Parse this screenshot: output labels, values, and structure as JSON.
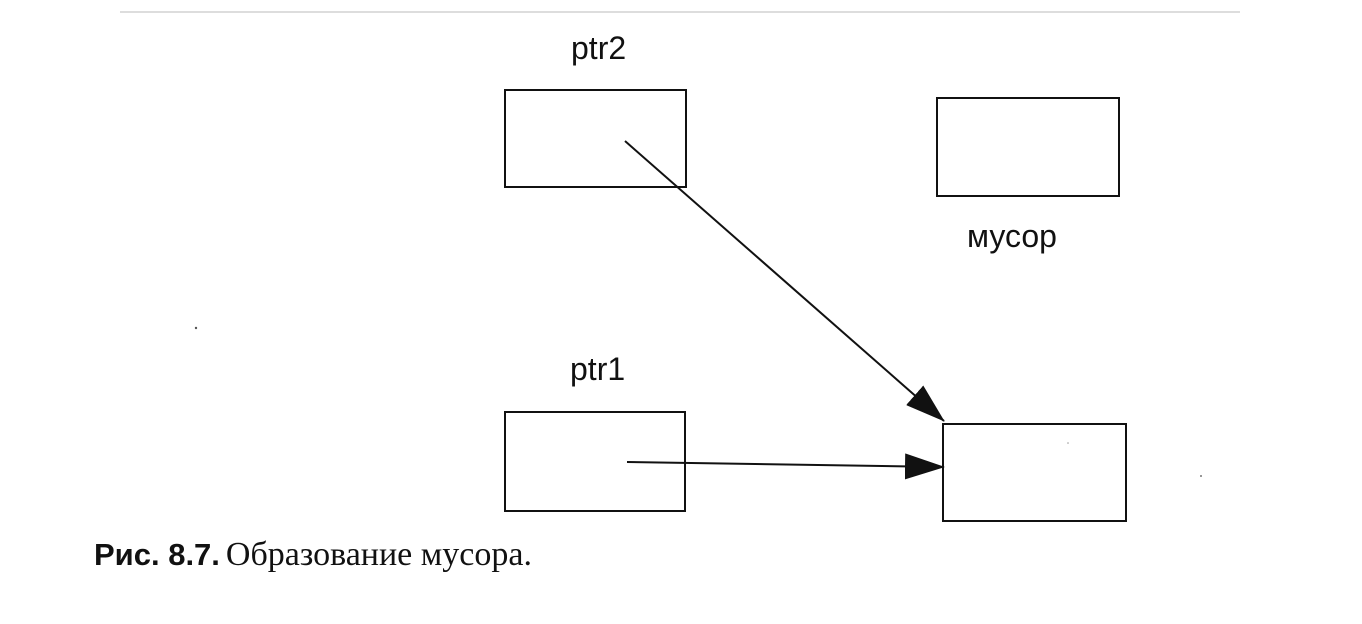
{
  "labels": {
    "ptr2": "ptr2",
    "ptr1": "ptr1",
    "garbage": "мусор"
  },
  "caption": {
    "number": "Рис. 8.7.",
    "text": "Образование мусора."
  },
  "colors": {
    "ink": "#111111",
    "background": "#ffffff"
  }
}
